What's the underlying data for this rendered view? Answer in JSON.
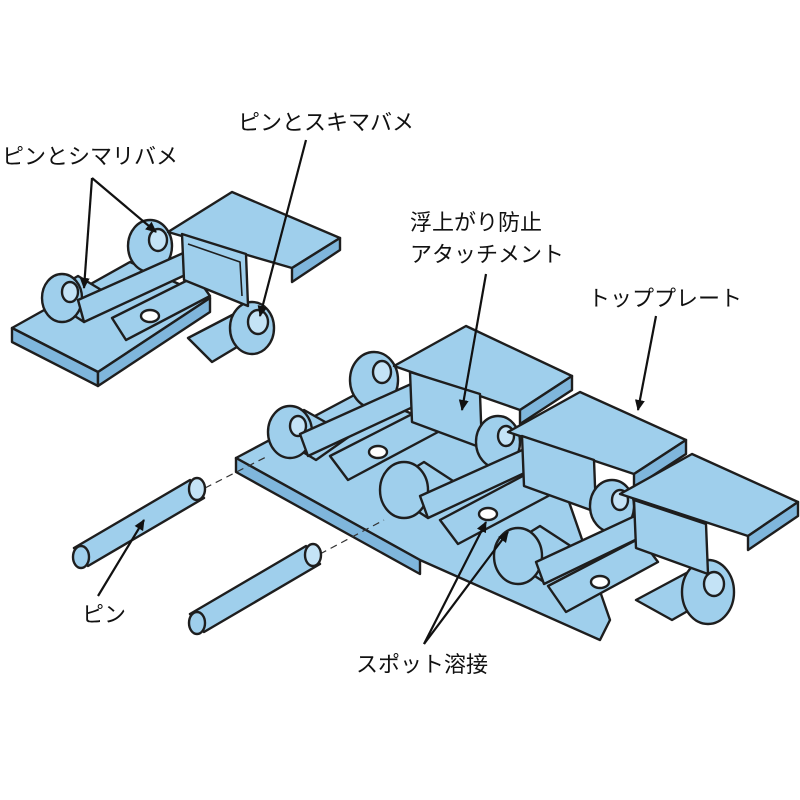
{
  "colors": {
    "part_fill": "#9fcfec",
    "part_shade": "#7fb6dc",
    "part_highlight": "#c4e3f6",
    "outline": "#1e1e1e",
    "background": "#ffffff"
  },
  "labels": {
    "pin_tight_fit": "ピンとシマリバメ",
    "pin_clearance_fit": "ピンとスキマバメ",
    "lift_prevention_line1": "浮上がり防止",
    "lift_prevention_line2": "アタッチメント",
    "top_plate": "トッププレート",
    "pin": "ピン",
    "spot_weld": "スポット溶接"
  }
}
